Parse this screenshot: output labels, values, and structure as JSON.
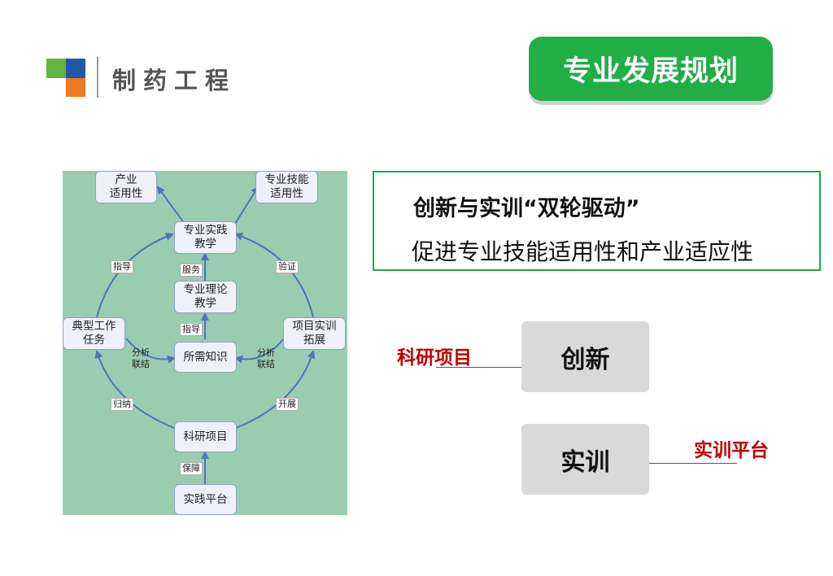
{
  "header": {
    "brand": "制药工程",
    "title": "专业发展规划",
    "logo_colors": [
      "#63b440",
      "#1f5aa6",
      "#ee7a22"
    ]
  },
  "diagram": {
    "nodes": {
      "industry_applicability": "产业\n适用性",
      "skill_applicability": "专业技能\n适用性",
      "practice_teaching": "专业实践\n教学",
      "theory_teaching": "专业理论\n教学",
      "typical_tasks": "典型工作\n任务",
      "project_training": "项目实训\n拓展",
      "required_knowledge": "所需知识",
      "research_projects": "科研项目",
      "practice_platform": "实践平台"
    },
    "edge_labels": {
      "guide_left": "指导",
      "verify": "验证",
      "serve": "服务",
      "guide_center": "指导",
      "analyze_left": "分析\n联结",
      "analyze_right": "分析\n联结",
      "induce": "归纳",
      "expand": "开展",
      "guarantee": "保障"
    }
  },
  "slogan": {
    "line1": "创新与实训“双轮驱动”",
    "line2": "促进专业技能适用性和产业适应性"
  },
  "wheels": {
    "innovation": "创新",
    "training": "实训",
    "research_label": "科研项目",
    "platform_label": "实训平台"
  },
  "colors": {
    "accent_green": "#20ae45",
    "diagram_bg": "#99ccb1",
    "arrow_blue": "#4f74b8",
    "label_red": "#c00000"
  }
}
